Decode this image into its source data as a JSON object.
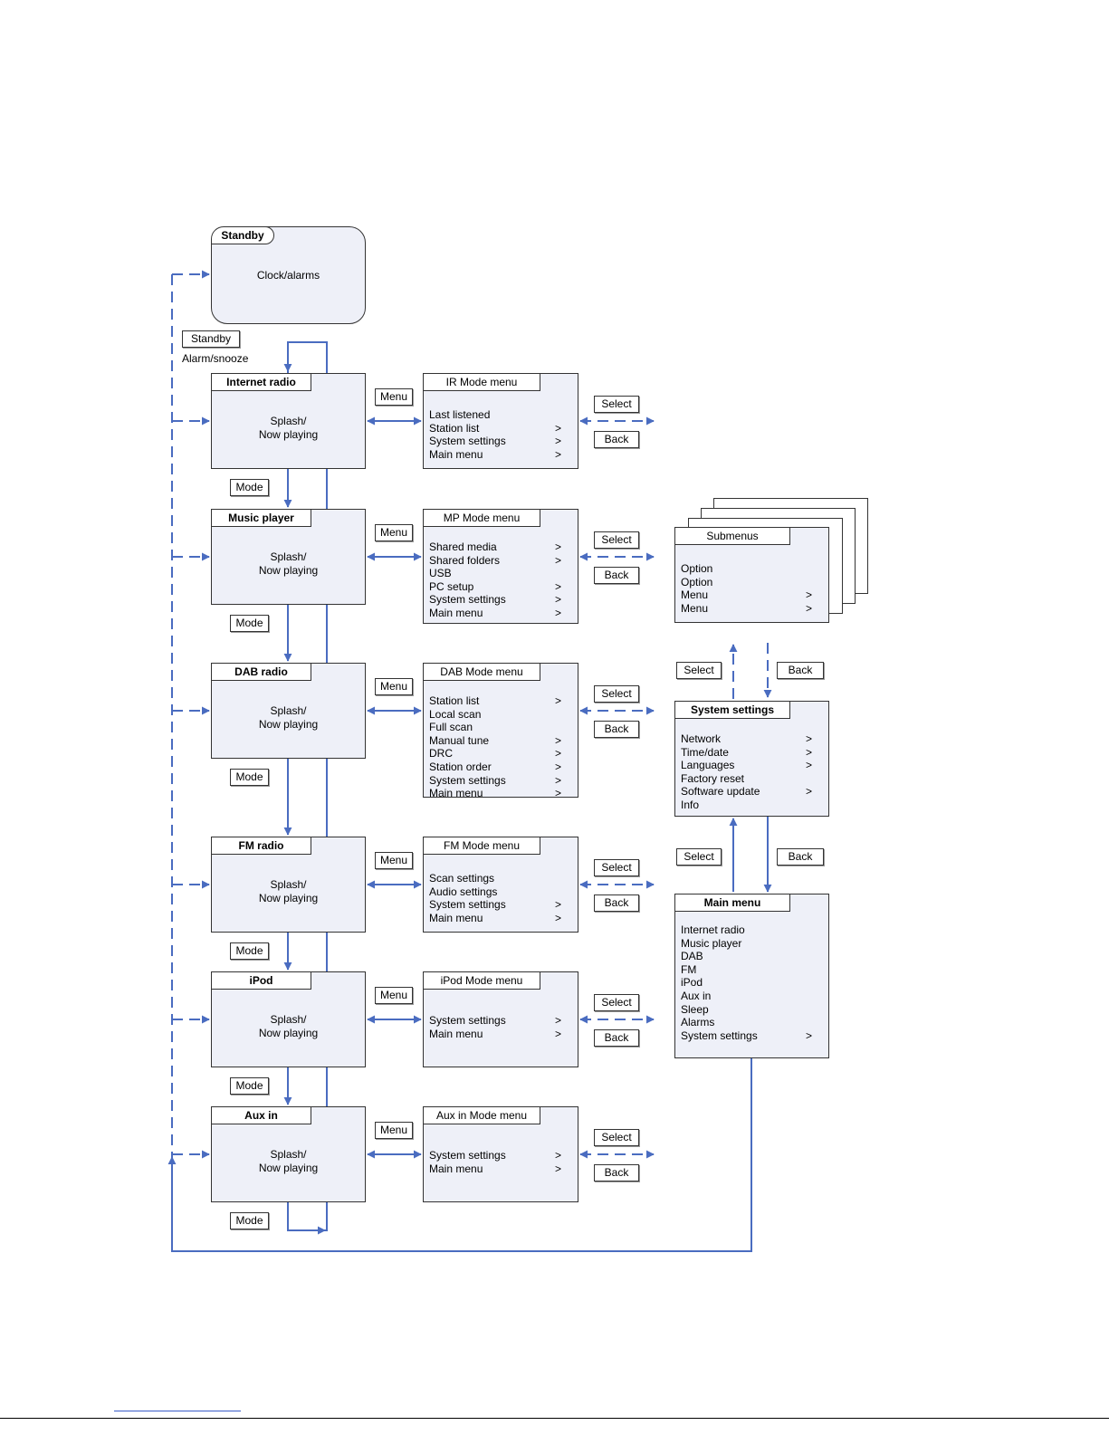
{
  "standby": {
    "tab": "Standby",
    "text": "Clock/alarms"
  },
  "standby_button": "Standby",
  "alarm_label": "Alarm/snooze",
  "modes": [
    {
      "title": "Internet radio",
      "line1": "Splash/",
      "line2": "Now playing"
    },
    {
      "title": "Music player",
      "line1": "Splash/",
      "line2": "Now playing"
    },
    {
      "title": "DAB radio",
      "line1": "Splash/",
      "line2": "Now playing"
    },
    {
      "title": "FM radio",
      "line1": "Splash/",
      "line2": "Now playing"
    },
    {
      "title": "iPod",
      "line1": "Splash/",
      "line2": "Now playing"
    },
    {
      "title": "Aux in",
      "line1": "Splash/",
      "line2": "Now playing"
    }
  ],
  "mode_menus": [
    {
      "title": "IR Mode menu",
      "items": [
        {
          "label": "Last listened",
          "arrow": ""
        },
        {
          "label": "Station list",
          "arrow": ">"
        },
        {
          "label": "System settings",
          "arrow": ">"
        },
        {
          "label": "Main menu",
          "arrow": ">"
        }
      ]
    },
    {
      "title": "MP Mode menu",
      "items": [
        {
          "label": "Shared media",
          "arrow": ">"
        },
        {
          "label": "Shared folders",
          "arrow": ">"
        },
        {
          "label": "USB",
          "arrow": ""
        },
        {
          "label": "PC setup",
          "arrow": ">"
        },
        {
          "label": "System settings",
          "arrow": ">"
        },
        {
          "label": "Main menu",
          "arrow": ">"
        }
      ]
    },
    {
      "title": "DAB Mode menu",
      "items": [
        {
          "label": "Station list",
          "arrow": ">"
        },
        {
          "label": "Local scan",
          "arrow": ""
        },
        {
          "label": "Full scan",
          "arrow": ""
        },
        {
          "label": "Manual tune",
          "arrow": ">"
        },
        {
          "label": "DRC",
          "arrow": ">"
        },
        {
          "label": "Station order",
          "arrow": ">"
        },
        {
          "label": "System settings",
          "arrow": ">"
        },
        {
          "label": "Main menu",
          "arrow": ">"
        }
      ]
    },
    {
      "title": "FM Mode menu",
      "items": [
        {
          "label": "Scan settings",
          "arrow": ""
        },
        {
          "label": "Audio settings",
          "arrow": ""
        },
        {
          "label": "System settings",
          "arrow": ">"
        },
        {
          "label": "Main menu",
          "arrow": ">"
        }
      ]
    },
    {
      "title": "iPod Mode menu",
      "items": [
        {
          "label": "System settings",
          "arrow": ">"
        },
        {
          "label": "Main menu",
          "arrow": ">"
        }
      ]
    },
    {
      "title": "Aux in Mode menu",
      "items": [
        {
          "label": "System settings",
          "arrow": ">"
        },
        {
          "label": "Main menu",
          "arrow": ">"
        }
      ]
    }
  ],
  "labels": {
    "menu": "Menu",
    "mode": "Mode",
    "select": "Select",
    "back": "Back"
  },
  "submenus": {
    "title": "Submenus",
    "items": [
      {
        "label": "Option",
        "arrow": ""
      },
      {
        "label": "Option",
        "arrow": ""
      },
      {
        "label": "Menu",
        "arrow": ">"
      },
      {
        "label": "Menu",
        "arrow": ">"
      }
    ]
  },
  "system_settings": {
    "title": "System settings",
    "items": [
      {
        "label": "Network",
        "arrow": ">"
      },
      {
        "label": "Time/date",
        "arrow": ">"
      },
      {
        "label": "Languages",
        "arrow": ">"
      },
      {
        "label": "Factory reset",
        "arrow": ""
      },
      {
        "label": "Software update",
        "arrow": ">"
      },
      {
        "label": "Info",
        "arrow": ""
      }
    ]
  },
  "main_menu": {
    "title": "Main menu",
    "items": [
      {
        "label": "Internet radio",
        "arrow": ""
      },
      {
        "label": "Music player",
        "arrow": ""
      },
      {
        "label": "DAB",
        "arrow": ""
      },
      {
        "label": "FM",
        "arrow": ""
      },
      {
        "label": "iPod",
        "arrow": ""
      },
      {
        "label": "Aux in",
        "arrow": ""
      },
      {
        "label": "Sleep",
        "arrow": ""
      },
      {
        "label": "Alarms",
        "arrow": ""
      },
      {
        "label": "System settings",
        "arrow": ">"
      }
    ]
  },
  "colors": {
    "line": "#4a6cc0",
    "box_fill": "#eef0f8",
    "border": "#333333"
  }
}
